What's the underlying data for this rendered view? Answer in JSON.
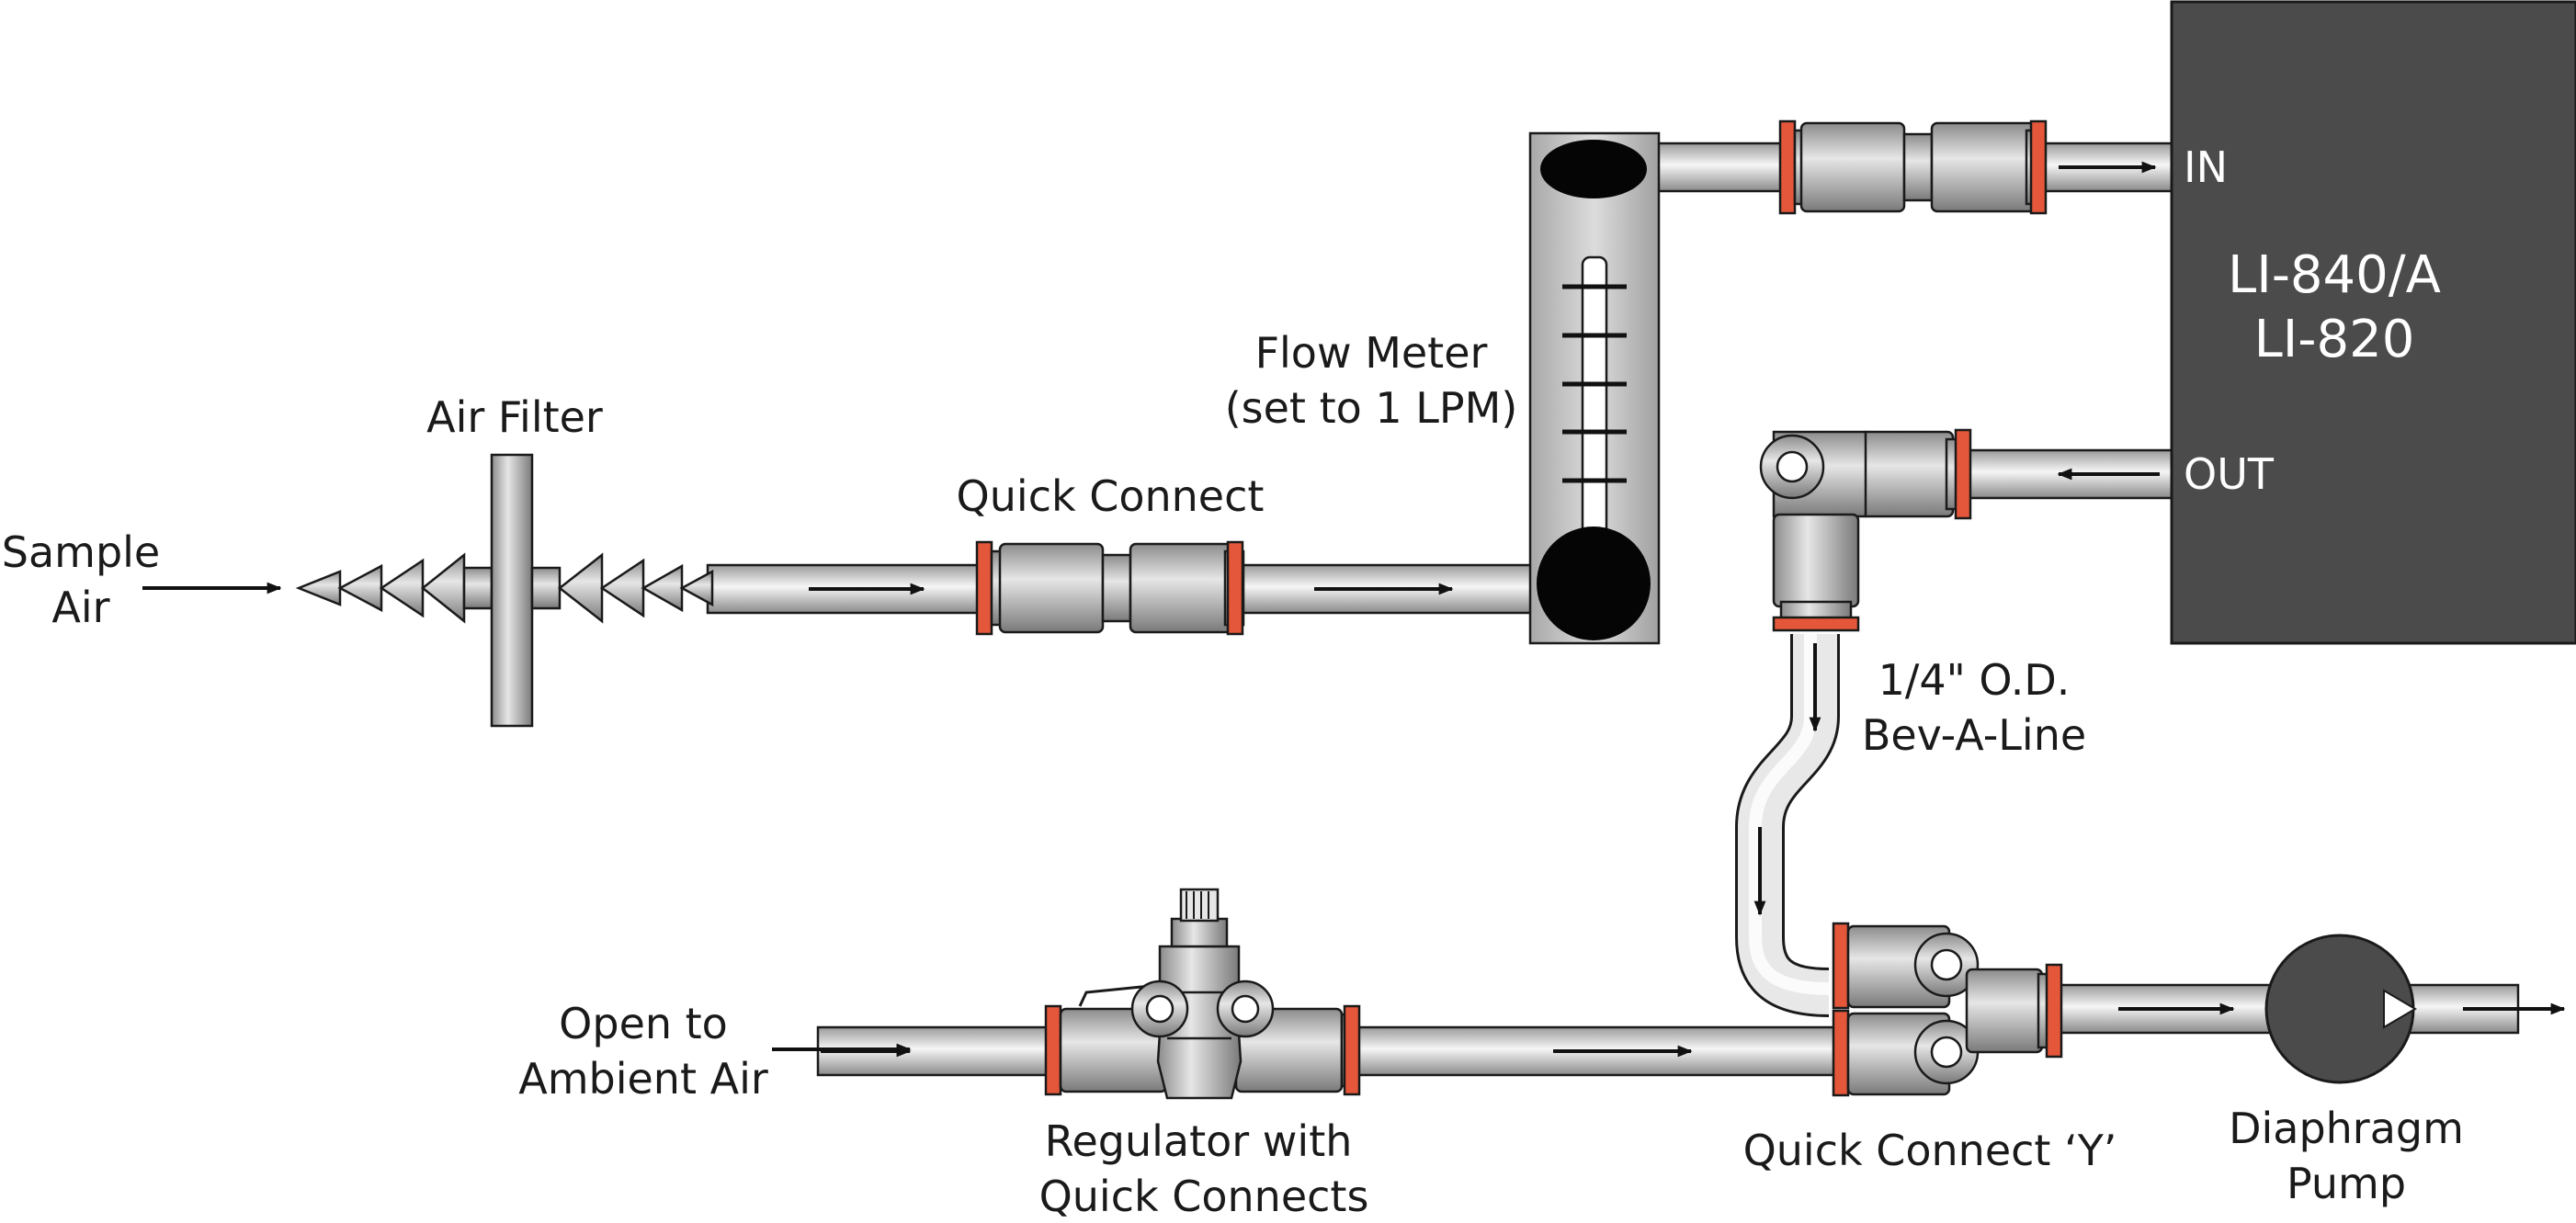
{
  "labels": {
    "sample_air": [
      "Sample",
      "Air"
    ],
    "air_filter": "Air Filter",
    "quick_connect": "Quick Connect",
    "flow_meter": [
      "Flow Meter",
      "(set to 1 LPM)"
    ],
    "analyzer": [
      "LI-840/A",
      "LI-820"
    ],
    "port_in": "IN",
    "port_out": "OUT",
    "tubing": [
      "1/4\" O.D.",
      "Bev-A-Line"
    ],
    "open_ambient": [
      "Open to",
      "Ambient Air"
    ],
    "regulator": [
      "Regulator with",
      "Quick Connects"
    ],
    "quick_connect_y": "Quick Connect ‘Y’",
    "pump": [
      "Diaphragm",
      "Pump"
    ]
  },
  "colors": {
    "tube_light": "#f4f4f4",
    "tube_dark": "#9a9a9a",
    "fitting_light": "#e2e2e2",
    "fitting_dark": "#8c8c8c",
    "collar": "#e4573a",
    "analyzer_body": "#4b4b4b",
    "pump_body": "#4b4b4b",
    "meter_body": "#c8c8c8",
    "ink": "#111111"
  }
}
